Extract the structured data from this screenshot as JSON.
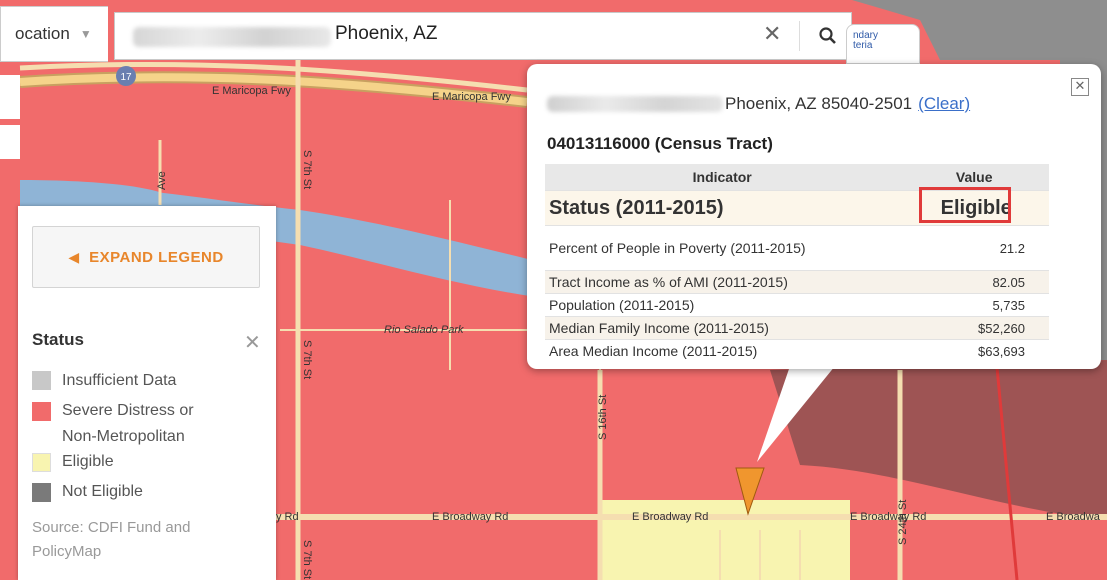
{
  "search": {
    "location_label": "ocation",
    "query_text": "Phoenix, AZ",
    "clear_icon": "close-icon",
    "search_icon": "search-icon"
  },
  "boundary_tab": {
    "label_line1": "ndary",
    "label_line2": "teria"
  },
  "map_labels": {
    "freeway1": "E Maricopa Fwy",
    "freeway2": "E Maricopa Fwy",
    "shield": "17",
    "ave": "Ave",
    "s7th_1": "S 7th St",
    "s7th_2": "S 7th St",
    "s7th_3": "S 7th St",
    "park": "Rio Salado Park",
    "s16th": "S 16th St",
    "s24th": "S 24th St",
    "broadway1": "y Rd",
    "broadway2": "E Broadway Rd",
    "broadway3": "E Broadway Rd",
    "broadway4": "E Broadway Rd",
    "broadway5": "E Broadwa"
  },
  "legend": {
    "expand_label": "EXPAND LEGEND",
    "title": "Status",
    "items": [
      {
        "label_lines": [
          "Insufficient Data"
        ],
        "color": "#c8c8c8"
      },
      {
        "label_lines": [
          "Severe Distress or",
          "Non-Metropolitan"
        ],
        "color": "#f16b6b"
      },
      {
        "label_lines": [
          "Eligible"
        ],
        "color": "#f8f4b0"
      },
      {
        "label_lines": [
          "Not Eligible"
        ],
        "color": "#7a7a7a"
      }
    ],
    "source_line1": "Source: CDFI Fund and",
    "source_line2": "PolicyMap"
  },
  "popup": {
    "address": "Phoenix, AZ 85040-2501",
    "clear_link": "(Clear)",
    "tract": "04013116000 (Census Tract)",
    "col_indicator": "Indicator",
    "col_value": "Value",
    "status_label": "Status (2011-2015)",
    "status_value": "Eligible",
    "rows": [
      {
        "indicator": "Percent of People in Poverty (2011-2015)",
        "value": "21.2"
      },
      {
        "indicator": "Tract Income as % of AMI (2011-2015)",
        "value": "82.05"
      },
      {
        "indicator": "Population (2011-2015)",
        "value": "5,735"
      },
      {
        "indicator": "Median Family Income (2011-2015)",
        "value": "$52,260"
      },
      {
        "indicator": "Area Median Income (2011-2015)",
        "value": "$63,693"
      }
    ]
  },
  "colors": {
    "distress": "#f16b6b",
    "eligible": "#f8f4b0",
    "water": "#8fb4d6",
    "road": "#f5deb0",
    "marker": "#f0962e",
    "annotation": "#e03a3a"
  }
}
